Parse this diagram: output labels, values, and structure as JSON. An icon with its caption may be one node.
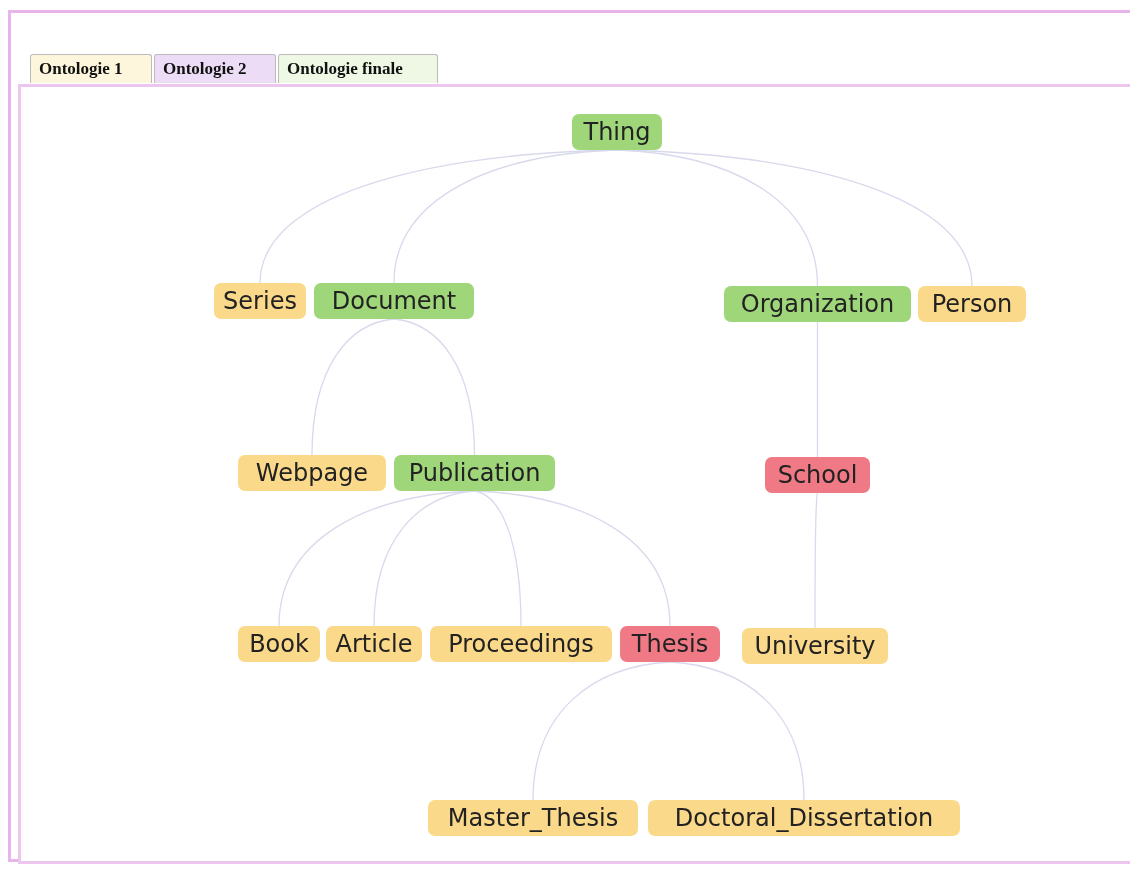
{
  "diagram": {
    "nodes": [
      {
        "text": [
          "Thing"
        ]
      },
      {
        "text": [
          "Series"
        ]
      },
      {
        "text": [
          "Document"
        ]
      },
      {
        "text": [
          "Organization"
        ]
      },
      {
        "text": [
          "Person"
        ]
      },
      {
        "text": [
          "Webpage"
        ]
      },
      {
        "text": [
          "Publication"
        ]
      },
      {
        "text": [
          "School"
        ]
      },
      {
        "text": [
          "Book"
        ]
      },
      {
        "text": [
          "Article"
        ]
      },
      {
        "text": [
          "Proceedings"
        ]
      },
      {
        "text": [
          "Thesis"
        ]
      },
      {
        "text": [
          "University"
        ]
      },
      {
        "text": [
          "Master_Thesis"
        ]
      },
      {
        "text": [
          "Doctoral_Dissertation"
        ]
      }
    ],
    "edges": [
      {
        "from": 0,
        "to": 1,
        "arrow": "none"
      },
      {
        "from": 0,
        "to": 2,
        "arrow": "none"
      },
      {
        "from": 0,
        "to": 3,
        "arrow": "none"
      },
      {
        "from": 0,
        "to": 4,
        "arrow": "none"
      },
      {
        "from": 2,
        "to": 5,
        "arrow": "none"
      },
      {
        "from": 2,
        "to": 6,
        "arrow": "none"
      },
      {
        "from": 3,
        "to": 7,
        "arrow": "none"
      },
      {
        "from": 6,
        "to": 8,
        "arrow": "none"
      },
      {
        "from": 6,
        "to": 9,
        "arrow": "none"
      },
      {
        "from": 6,
        "to": 10,
        "arrow": "none"
      },
      {
        "from": 6,
        "to": 11,
        "arrow": "none"
      },
      {
        "from": 7,
        "to": 12,
        "arrow": "none"
      },
      {
        "from": 11,
        "to": 13,
        "arrow": "none"
      },
      {
        "from": 11,
        "to": 14,
        "arrow": "none"
      }
    ],
    "labels": [
      "Ontologie 1",
      "Ontologie 2",
      "Ontologie finale"
    ]
  }
}
